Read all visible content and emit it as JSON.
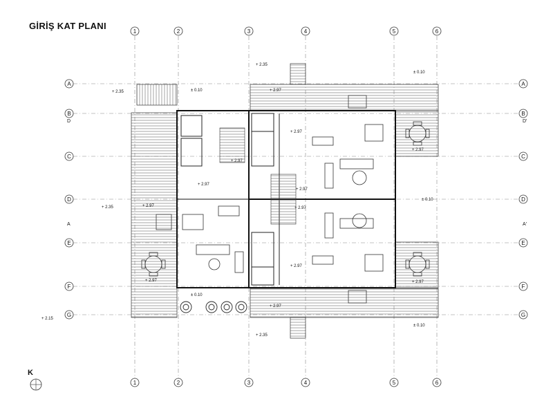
{
  "title": "GİRİŞ KAT PLANI",
  "north_label": "K",
  "grid_columns": [
    "1",
    "2",
    "3",
    "4",
    "5",
    "6"
  ],
  "grid_rows": [
    "A",
    "B",
    "C",
    "D",
    "E",
    "F",
    "G"
  ],
  "section_marks": [
    "D",
    "D'",
    "A",
    "A'"
  ],
  "levels": {
    "top_stair": "+ 2.35",
    "bottom_stair": "+ 2.35",
    "left_top": "+ 2.35",
    "left_mid": "+ 2.35",
    "left_bottom": "+ 2.15",
    "ground_tr": "± 0.10",
    "ground_br": "± 0.10",
    "ground_left": "± 0.10",
    "ground_right_mid": "± 0.10",
    "ground_bottom_left": "± 0.10",
    "floor_main": "+ 2.97"
  },
  "colors": {
    "line": "#222222",
    "hatch": "#555555",
    "grid": "#777777"
  }
}
